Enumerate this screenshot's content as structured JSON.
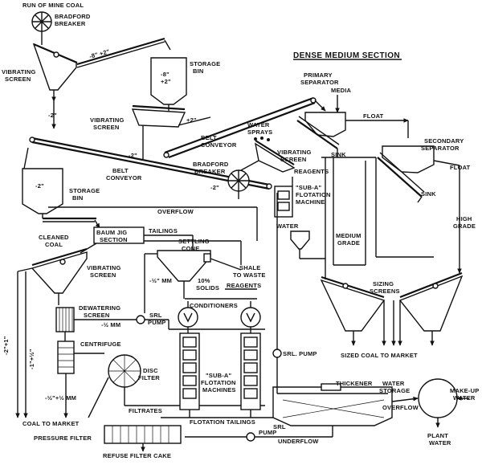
{
  "section_title": "DENSE MEDIUM SECTION",
  "labels": {
    "run_of_mine": "RUN OF MINE COAL",
    "bradford_breaker_1a": "BRADFORD",
    "bradford_breaker_1b": "BREAKER",
    "vibrating_screen_1a": "VIBRATING",
    "vibrating_screen_1b": "SCREEN",
    "size_8_2": "-8\" +2\"",
    "storage_bin_1a": "STORAGE",
    "storage_bin_1b": "BIN",
    "bin_content_a": "-8\"",
    "bin_content_b": "+2\"",
    "minus2_a": "-2\"",
    "vibrating_screen_2a": "VIBRATING",
    "vibrating_screen_2b": "SCREEN",
    "plus2": "+2\"",
    "belt_conveyor_1a": "BELT",
    "belt_conveyor_1b": "CONVEYOR",
    "minus2_b": "-2\"",
    "belt_conveyor_2a": "BELT",
    "belt_conveyor_2b": "CONVEYOR",
    "minus2_c": "-2\"",
    "storage_bin_2a": "STORAGE",
    "storage_bin_2b": "BIN",
    "bin2_content": "-2\"",
    "bradford_breaker_2a": "BRADFORD",
    "bradford_breaker_2b": "BREAKER",
    "minus2_d": "-2\"",
    "water_sprays_a": "WATER",
    "water_sprays_b": "SPRAYS",
    "primary_sep_a": "PRIMARY",
    "primary_sep_b": "SEPARATOR",
    "media": "MEDIA",
    "float_1": "FLOAT",
    "sink_1": "SINK",
    "secondary_sep_a": "SECONDARY",
    "secondary_sep_b": "SEPARATOR",
    "float_2": "FLOAT",
    "sink_2": "SINK",
    "vibrating_screen_3a": "VIBRATING",
    "vibrating_screen_3b": "SCREEN",
    "reagents_1": "REAGENTS",
    "suba_1a": "\"SUB-A\"",
    "suba_1b": "FLOTATION",
    "suba_1c": "MACHINE",
    "overflow_1": "OVERFLOW",
    "baum_a": "BAUM JIG",
    "baum_b": "SECTION",
    "tailings": "TAILINGS",
    "cleaned_coal_a": "CLEANED",
    "cleaned_coal_b": "COAL",
    "settling_a": "SETTLING",
    "settling_b": "CONE",
    "water": "WATER",
    "medium_grade_a": "MEDIUM",
    "medium_grade_b": "GRADE",
    "high_grade_a": "HIGH",
    "high_grade_b": "GRADE",
    "vibrating_screen_4a": "VIBRATING",
    "vibrating_screen_4b": "SCREEN",
    "half_mm_1": "-½\" MM",
    "solids_a": "10%",
    "solids_b": "SOLIDS",
    "shale_a": "SHALE",
    "shale_b": "TO WASTE",
    "reagents_2": "REAGENTS",
    "sizing_a": "SIZING",
    "sizing_b": "SCREENS",
    "dewatering_a": "DEWATERING",
    "dewatering_b": "SCREEN",
    "half_mm_2": "-½ MM",
    "srl_pump_1a": "SRL",
    "srl_pump_1b": "PUMP",
    "conditioners": "CONDITIONERS",
    "size_2_1": "-2\"+1\"",
    "size_1_half": "-1\"+½\"",
    "centrifuge": "CENTRIFUGE",
    "disc_a": "DISC",
    "disc_b": "FILTER",
    "suba_2a": "\"SUB-A\"",
    "suba_2b": "FLOTATION",
    "suba_2c": "MACHINES",
    "srl_pump_2": "SRL. PUMP",
    "sized_coal": "SIZED COAL TO MARKET",
    "half_mm_3": "-½\"+½ MM",
    "filtrates": "FILTRATES",
    "thickener": "THICKENER",
    "water_storage_a": "WATER",
    "water_storage_b": "STORAGE",
    "overflow_2": "OVERFLOW",
    "makeup_a": "MAKE-UP",
    "makeup_b": "WATER",
    "coal_to_market": "COAL TO MARKET",
    "flotation_tailings": "FLOTATION TAILINGS",
    "srl_pump_3a": "SRL",
    "srl_pump_3b": "PUMP",
    "plant_water_a": "PLANT",
    "plant_water_b": "WATER",
    "pressure_filter": "PRESSURE FILTER",
    "underflow": "UNDERFLOW",
    "refuse": "REFUSE FILTER CAKE"
  }
}
